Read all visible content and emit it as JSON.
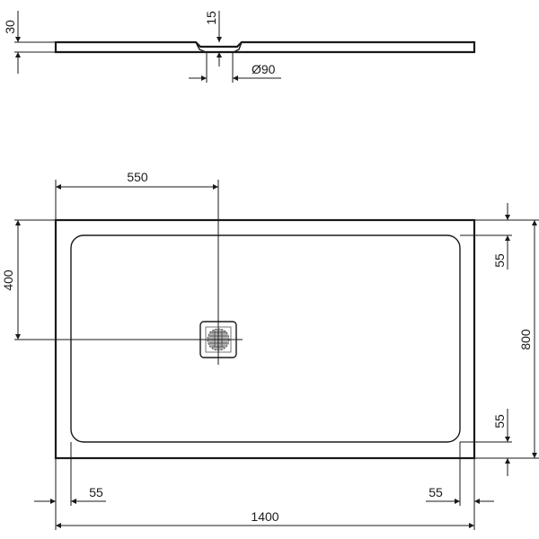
{
  "drawing": {
    "subject": "Shower tray technical dimension drawing",
    "units": "mm",
    "side_view": {
      "thickness_label": "30",
      "drain_depth_label": "15",
      "drain_diameter_label": "Ø90"
    },
    "plan_view": {
      "drain_offset_x_label": "550",
      "drain_offset_y_label": "400",
      "total_width_label": "1400",
      "total_depth_label": "800",
      "rim_left_label": "55",
      "rim_right_label": "55",
      "rim_top_label": "55",
      "rim_bottom_label": "55"
    },
    "colors": {
      "line": "#1a1a1a",
      "background": "#ffffff",
      "drain_fill": "#8a8a8a"
    }
  }
}
